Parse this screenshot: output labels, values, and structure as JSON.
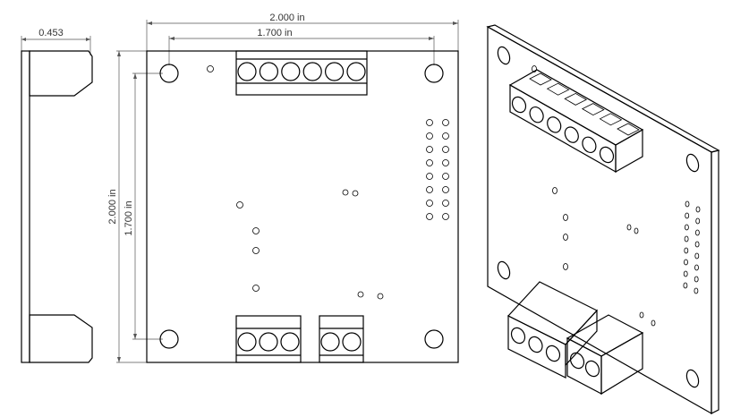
{
  "dimensions": {
    "side_thickness": "0.453",
    "overall_width": "2.000 in",
    "hole_spacing_width": "1.700 in",
    "overall_height": "2.000 in",
    "hole_spacing_height": "1.700 in"
  },
  "views": [
    "side-view",
    "top-view",
    "isometric-view"
  ],
  "components": {
    "top_terminal_positions": 6,
    "bottom_left_terminal_positions": 3,
    "bottom_right_terminal_positions": 2,
    "header_pin_rows": 8,
    "header_pin_columns": 2,
    "mounting_holes": 4
  }
}
